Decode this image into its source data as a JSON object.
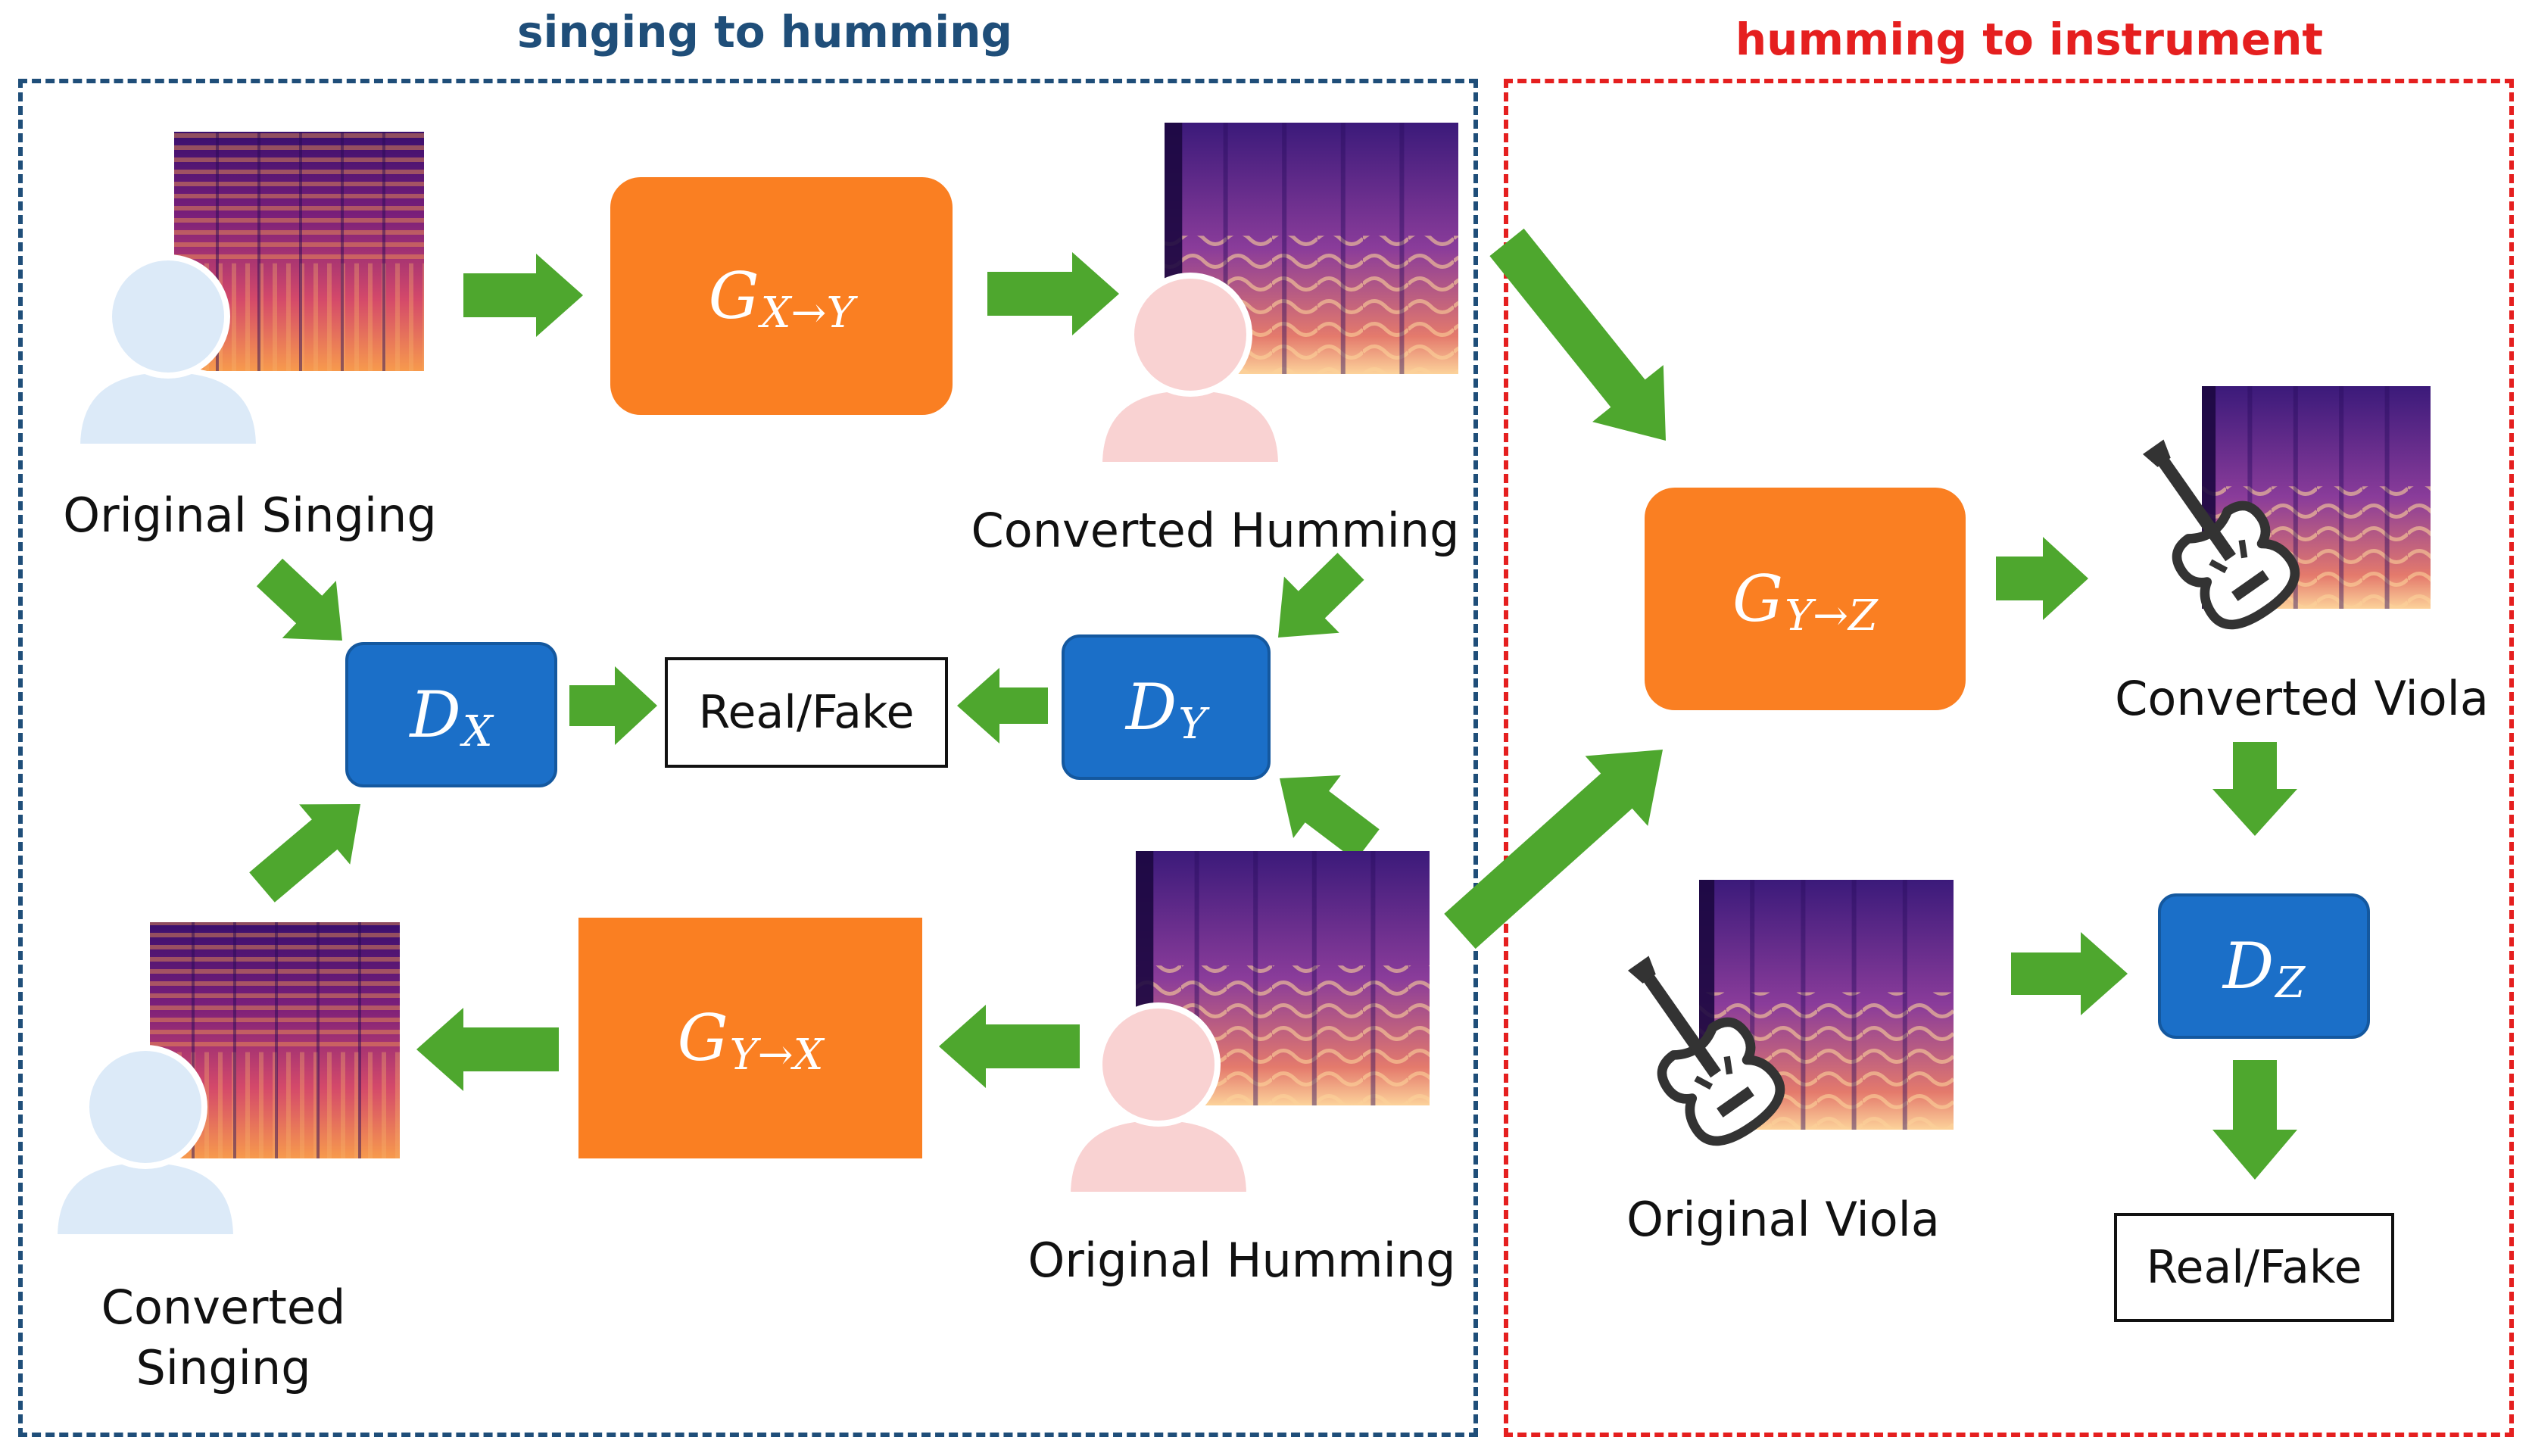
{
  "sections": {
    "left_title": "singing to humming",
    "right_title": "humming to instrument",
    "left_color": "#1F4E79",
    "right_color": "#E51F1F"
  },
  "generators": {
    "g_xy": {
      "main": "G",
      "sub": "X→Y"
    },
    "g_yx": {
      "main": "G",
      "sub": "Y→X"
    },
    "g_yz": {
      "main": "G",
      "sub": "Y→Z"
    }
  },
  "discriminators": {
    "d_x": {
      "main": "D",
      "sub": "X"
    },
    "d_y": {
      "main": "D",
      "sub": "Y"
    },
    "d_z": {
      "main": "D",
      "sub": "Z"
    }
  },
  "outputs": {
    "real_fake_left": "Real/Fake",
    "real_fake_right": "Real/Fake"
  },
  "labels": {
    "original_singing": "Original Singing",
    "converted_humming": "Converted Humming",
    "converted_singing_line1": "Converted",
    "converted_singing_line2": "Singing",
    "original_humming": "Original Humming",
    "converted_viola": "Converted Viola",
    "original_viola": "Original Viola"
  },
  "colors": {
    "generator": "#FA7F22",
    "discriminator": "#1B6FC8",
    "arrow": "#4EA72E",
    "person_blue": "#DCEAF8",
    "person_pink": "#F9D2D2"
  },
  "icons": {
    "person": "person-icon",
    "violin": "violin-icon",
    "spectrogram": "spectrogram-image"
  }
}
